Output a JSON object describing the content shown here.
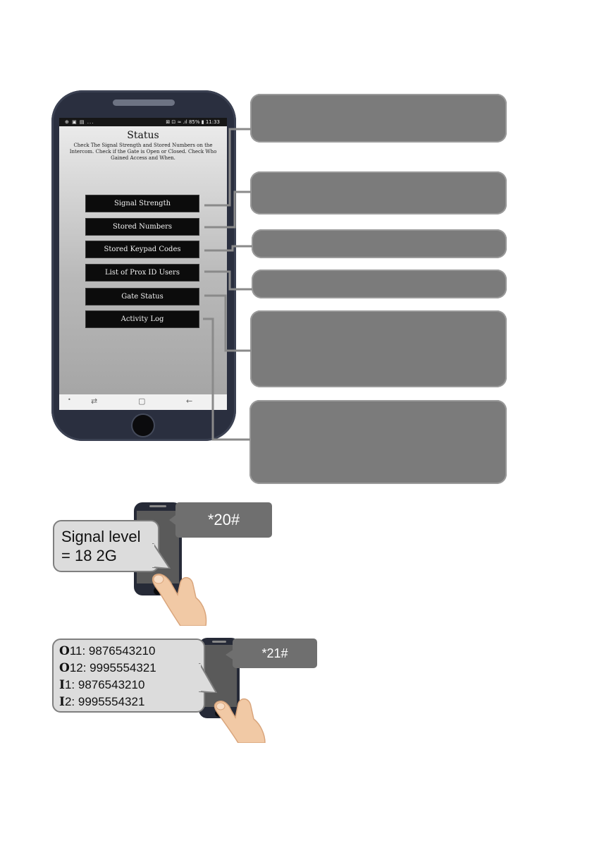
{
  "app_screen": {
    "statusbar": {
      "left_icons": "⊕ ▣ ▤ ...",
      "right_text": "⊠ ⊡ ≈ .ıl 85% ▮ 11:33"
    },
    "title": "Status",
    "description": "Check The Signal Strength and Stored Numbers on the Intercom. Check if the Gate is Open or Closed. Check Who Gained Access and When.",
    "buttons": [
      "Signal Strength",
      "Stored Numbers",
      "Stored Keypad Codes",
      "List of Prox ID Users",
      "Gate Status",
      "Activity Log"
    ],
    "navbar": {
      "dot": "•",
      "recents": "⇄",
      "home": "▢",
      "back": "←"
    }
  },
  "example_signal": {
    "code": "*20#",
    "reply_line1": "Signal level",
    "reply_line2": "= 18 2G"
  },
  "example_numbers": {
    "code": "*21#",
    "lines": [
      {
        "prefix": "O",
        "label": "11",
        "value": ": 9876543210"
      },
      {
        "prefix": "O",
        "label": "12",
        "value": ": 9995554321"
      },
      {
        "prefix": "I",
        "label": "1",
        "value": ": 9876543210"
      },
      {
        "prefix": "I",
        "label": "2",
        "value": ": 9995554321"
      }
    ]
  },
  "colors": {
    "callout_fill": "#7b7b7b",
    "connector": "#8a8a8a",
    "phone_body": "#2a2f3f",
    "button_fill": "#0c0c0c",
    "skin": "#f1c9a5"
  }
}
